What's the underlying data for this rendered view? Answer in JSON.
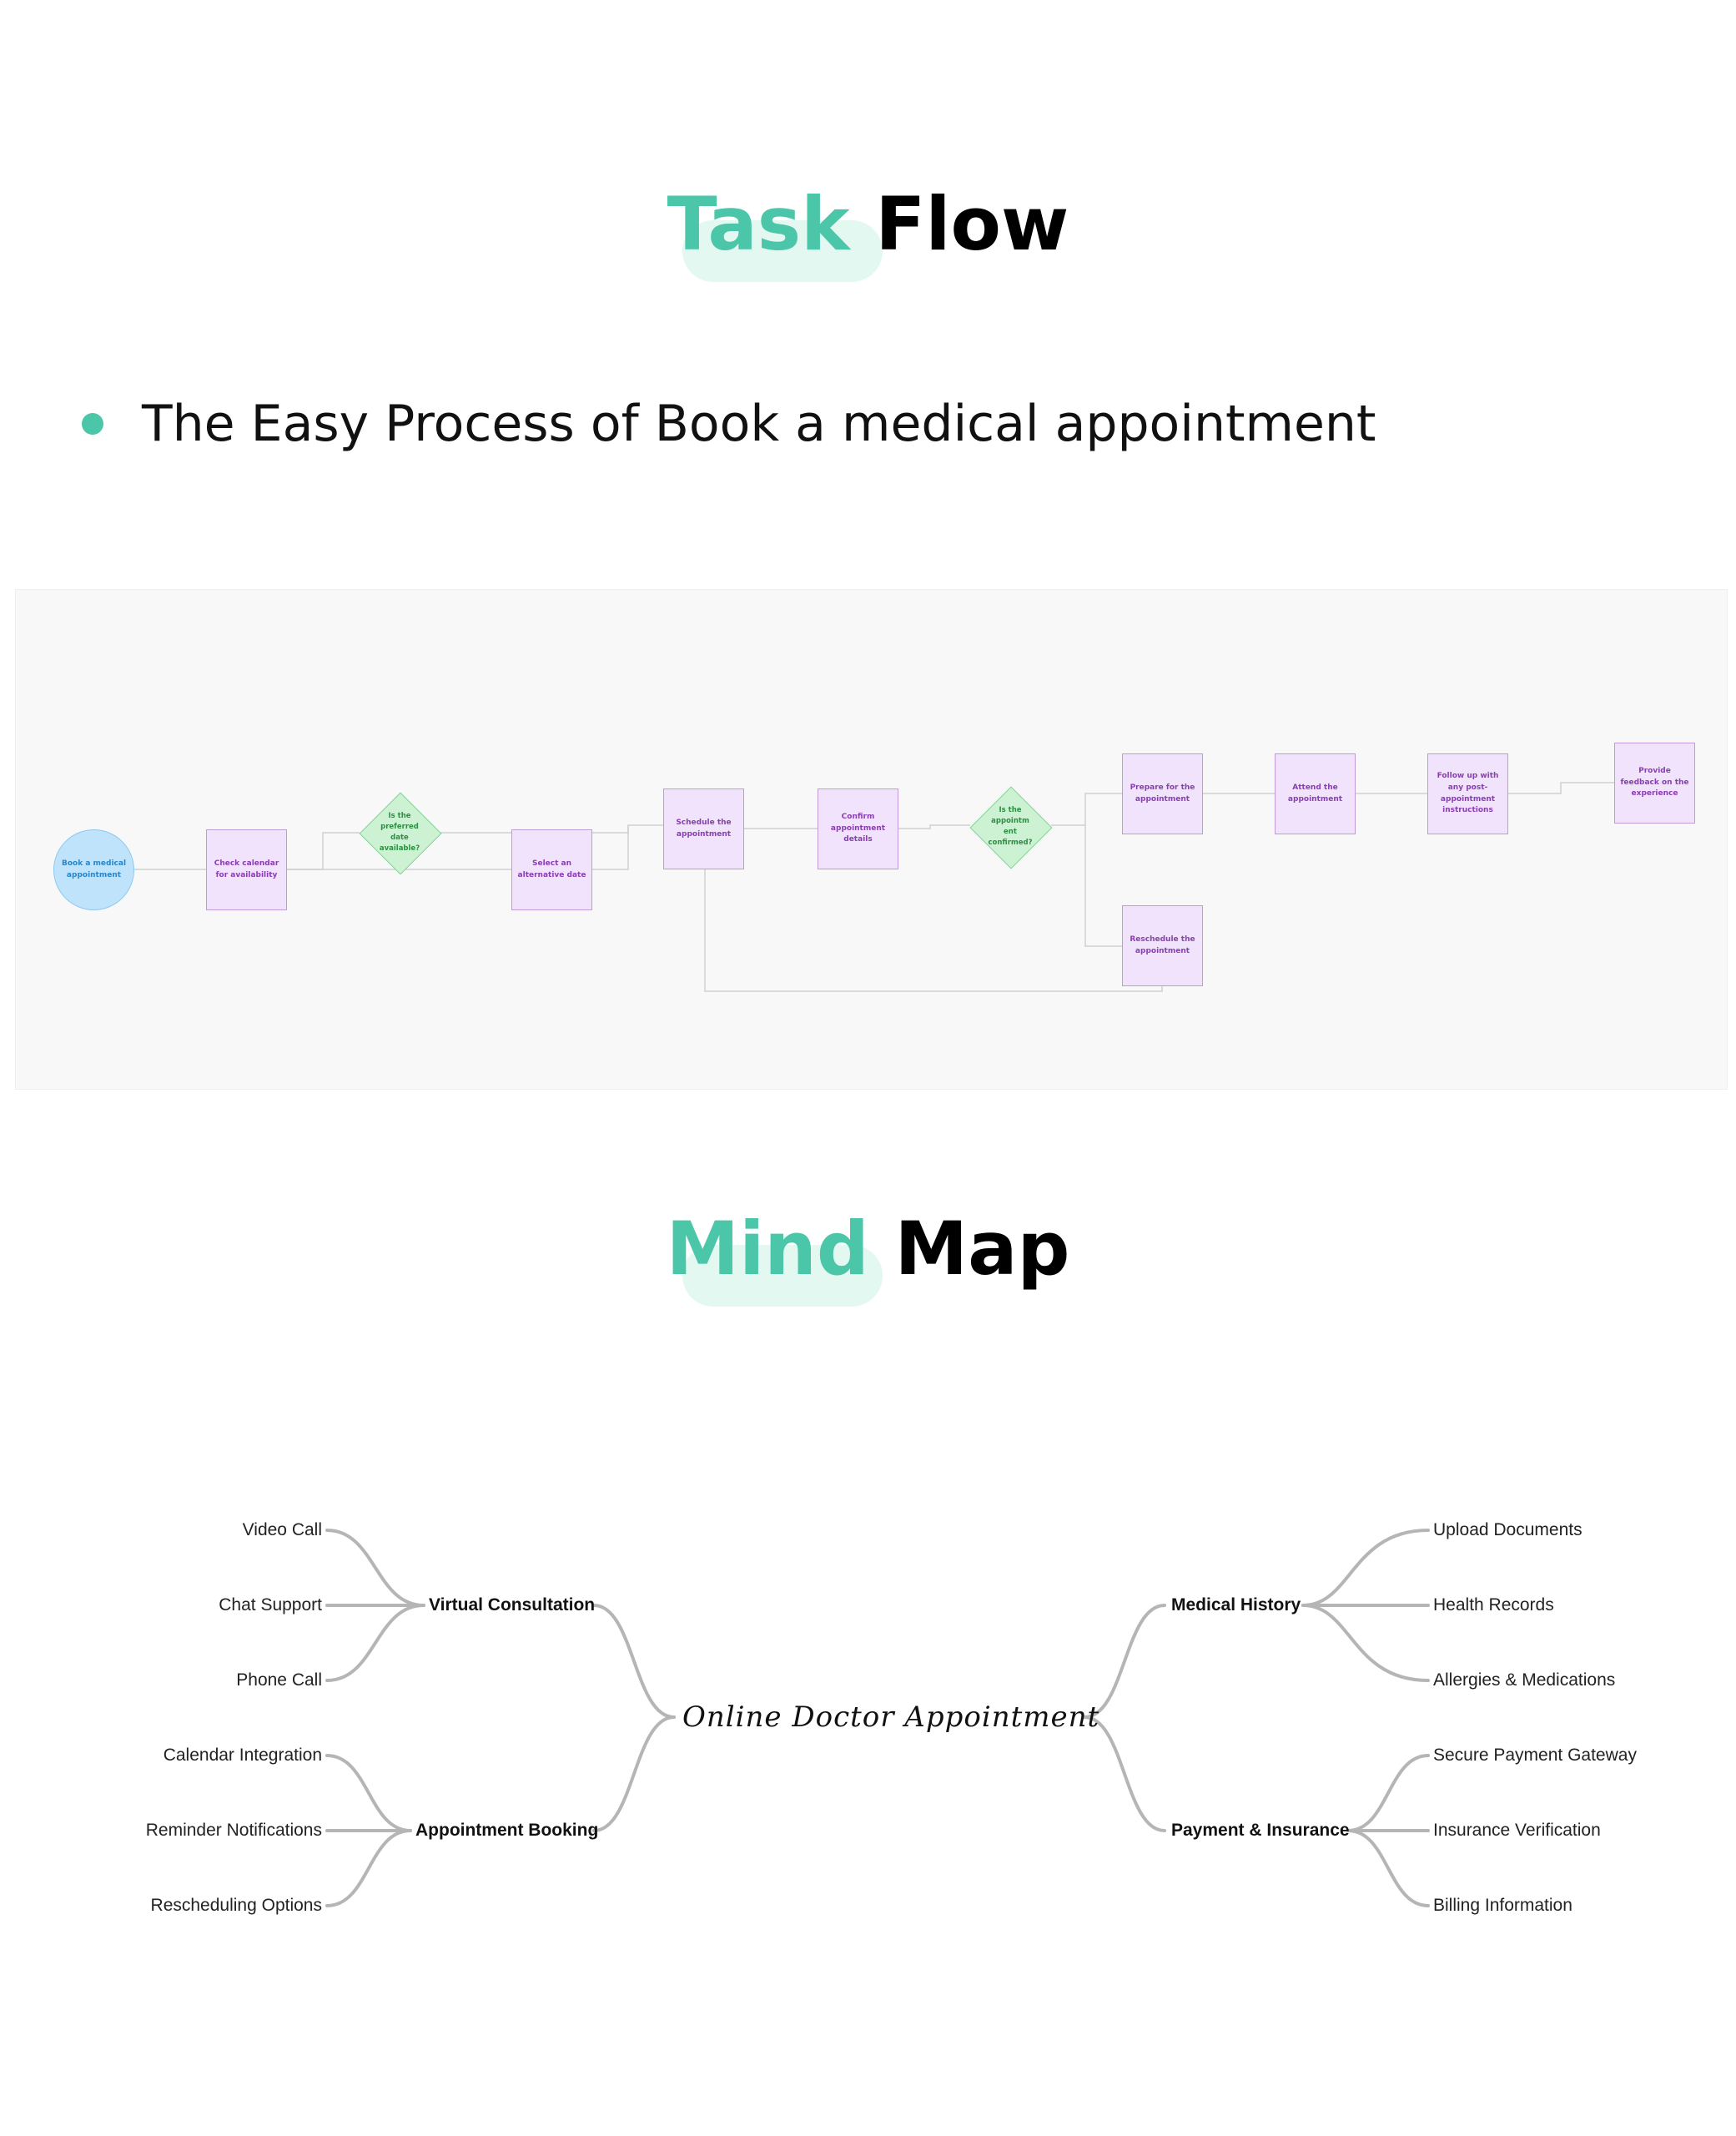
{
  "task_flow": {
    "title_accent": "Task",
    "title_rest": " Flow",
    "bullet": "The Easy Process of Book a medical appointment",
    "nodes": {
      "start": "Book a medical appointment",
      "check": "Check calendar for availability",
      "q_date": "Is the preferred date available?",
      "alt": "Select an alternative date",
      "schedule": "Schedule the appointment",
      "confirm": "Confirm appointment details",
      "q_confirmed": "Is the appointm ent confirmed?",
      "prepare": "Prepare for the appointment",
      "attend": "Attend the appointment",
      "follow": "Follow up with any post-appointment instructions",
      "feedback": "Provide feedback on the experience",
      "reschedule": "Reschedule the appointment"
    }
  },
  "mind_map": {
    "title_accent": "Mind",
    "title_rest": " Map",
    "center": "Online Doctor Appointment",
    "branches": {
      "virtual": {
        "label": "Virtual Consultation",
        "leaves": [
          "Video Call",
          "Chat Support",
          "Phone Call"
        ]
      },
      "booking": {
        "label": "Appointment Booking",
        "leaves": [
          "Calendar Integration",
          "Reminder Notifications",
          "Rescheduling Options"
        ]
      },
      "history": {
        "label": "Medical History",
        "leaves": [
          "Upload Documents",
          "Health Records",
          "Allergies & Medications"
        ]
      },
      "payment": {
        "label": "Payment & Insurance",
        "leaves": [
          "Secure Payment Gateway",
          "Insurance Verification",
          "Billing Information"
        ]
      }
    }
  },
  "colors": {
    "accent": "#4bc6a9",
    "process_fill": "#f1e3fb",
    "decision_fill": "#ccf2d3",
    "start_fill": "#bfe3fb"
  }
}
